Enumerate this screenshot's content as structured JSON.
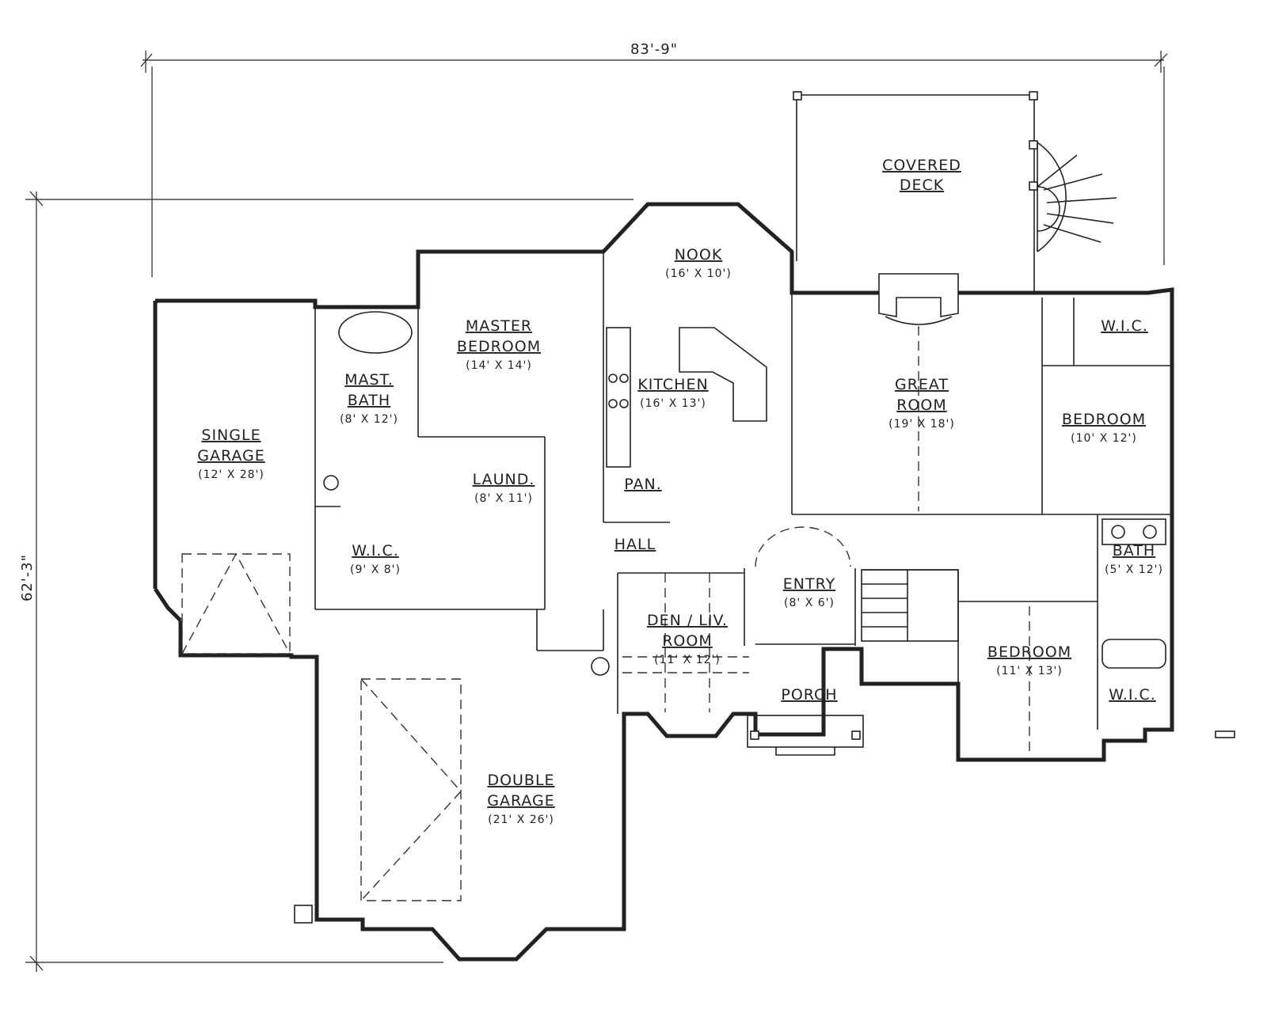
{
  "dimensions": {
    "width": "83'-9\"",
    "depth": "62'-3\""
  },
  "rooms": {
    "covered_deck": {
      "name_line1": "COVERED",
      "name_line2": "DECK"
    },
    "nook": {
      "name": "NOOK",
      "size": "(16' X 10')"
    },
    "master_bedroom": {
      "name_line1": "MASTER",
      "name_line2": "BEDROOM",
      "size": "(14' X 14')"
    },
    "master_bath": {
      "name_line1": "MAST.",
      "name_line2": "BATH",
      "size": "(8' X 12')"
    },
    "kitchen": {
      "name": "KITCHEN",
      "size": "(16' X 13')"
    },
    "great_room": {
      "name_line1": "GREAT",
      "name_line2": "ROOM",
      "size": "(19' X 18')"
    },
    "wic_top": {
      "name": "W.I.C."
    },
    "bedroom_right": {
      "name": "BEDROOM",
      "size": "(10' X 12')"
    },
    "single_garage": {
      "name_line1": "SINGLE",
      "name_line2": "GARAGE",
      "size": "(12' X 28')"
    },
    "laundry": {
      "name": "LAUND.",
      "size": "(8' X 11')"
    },
    "pantry": {
      "name": "PAN."
    },
    "hall": {
      "name": "HALL"
    },
    "wic_master": {
      "name": "W.I.C.",
      "size": "(9' X 8')"
    },
    "entry": {
      "name": "ENTRY",
      "size": "(8' X 6')"
    },
    "bath": {
      "name": "BATH",
      "size": "(5' X 12')"
    },
    "den": {
      "name_line1": "DEN / LIV.",
      "name_line2": "ROOM",
      "size": "(11' X 12')"
    },
    "bedroom_bottom": {
      "name": "BEDROOM",
      "size": "(11' X 13')"
    },
    "porch": {
      "name": "PORCH"
    },
    "wic_bottom": {
      "name": "W.I.C."
    },
    "double_garage": {
      "name_line1": "DOUBLE",
      "name_line2": "GARAGE",
      "size": "(21' X 26')"
    }
  }
}
